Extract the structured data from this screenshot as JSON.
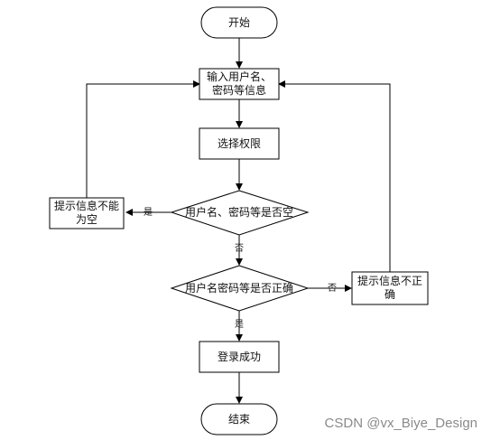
{
  "flowchart": {
    "start": "开始",
    "input_line1": "输入用户名、",
    "input_line2": "密码等信息",
    "select_permission": "选择权限",
    "check_empty": "用户名、密码等是否空",
    "empty_error_line1": "提示信息不能",
    "empty_error_line2": "为空",
    "check_correct": "用户名密码等是否正确",
    "incorrect_error_line1": "提示信息不正",
    "incorrect_error_line2": "确",
    "login_success": "登录成功",
    "end": "结束",
    "label_yes_empty": "是",
    "label_no_empty": "否",
    "label_no_correct": "否",
    "label_yes_correct": "是"
  },
  "watermark": "CSDN @vx_Biye_Design"
}
